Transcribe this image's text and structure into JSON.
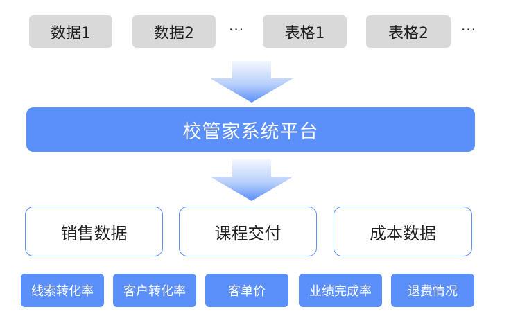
{
  "sources": {
    "items": [
      "数据1",
      "数据2",
      "表格1",
      "表格2"
    ],
    "ellipsis": "···"
  },
  "platform": {
    "label": "校管家系统平台"
  },
  "categories": [
    "销售数据",
    "课程交付",
    "成本数据"
  ],
  "metrics": [
    "线索转化率",
    "客户转化率",
    "客单价",
    "业绩完成率",
    "退费情况"
  ],
  "colors": {
    "primary_blue": "#5b8ff9",
    "source_gray": "#d9d9d9",
    "arrow_light": "#eaf2ff",
    "arrow_dark": "#5b8ff9"
  },
  "icons": {
    "flow_arrow": "down-arrow-icon"
  }
}
